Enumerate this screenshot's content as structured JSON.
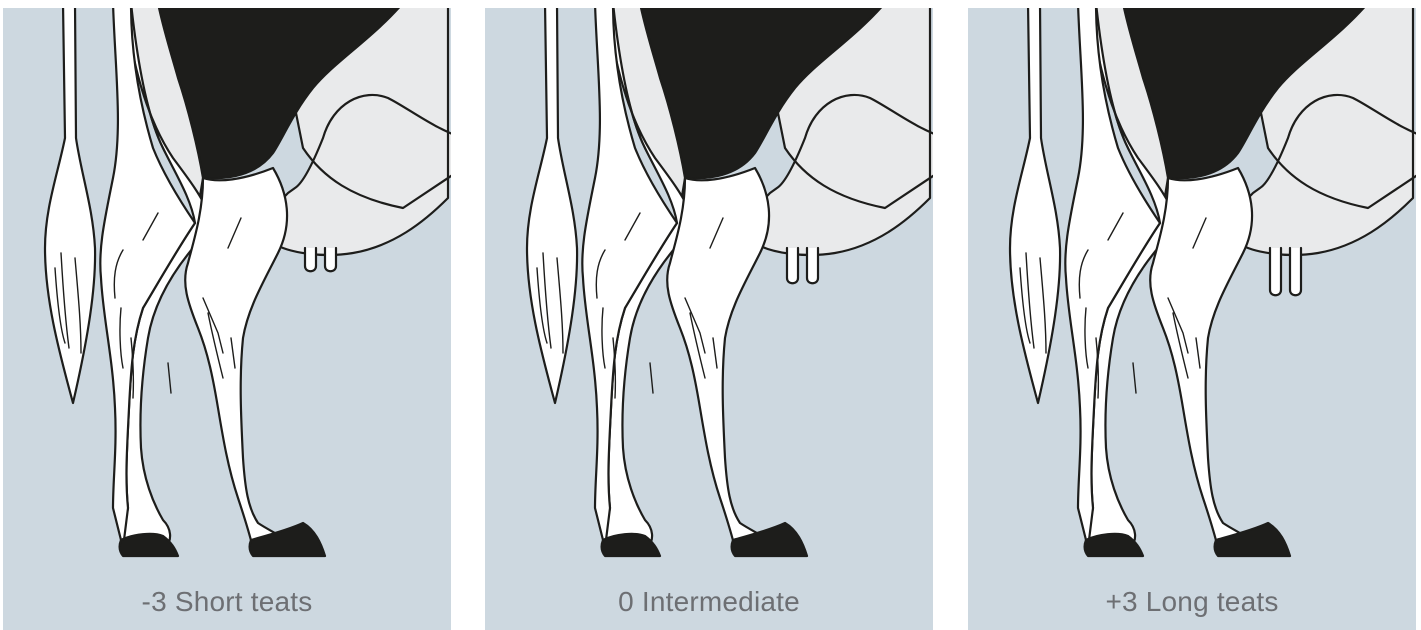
{
  "colors": {
    "background": "#cdd8e0",
    "udder": "#e9eaeb",
    "hide_black": "#1d1d1b",
    "leg": "#ffffff",
    "outline": "#1d1d1b",
    "caption_text": "#6d6f73"
  },
  "panels": [
    {
      "caption": "-3 Short teats",
      "teat_length": "short"
    },
    {
      "caption": "0 Intermediate",
      "teat_length": "intermediate"
    },
    {
      "caption": "+3 Long teats",
      "teat_length": "long"
    }
  ]
}
